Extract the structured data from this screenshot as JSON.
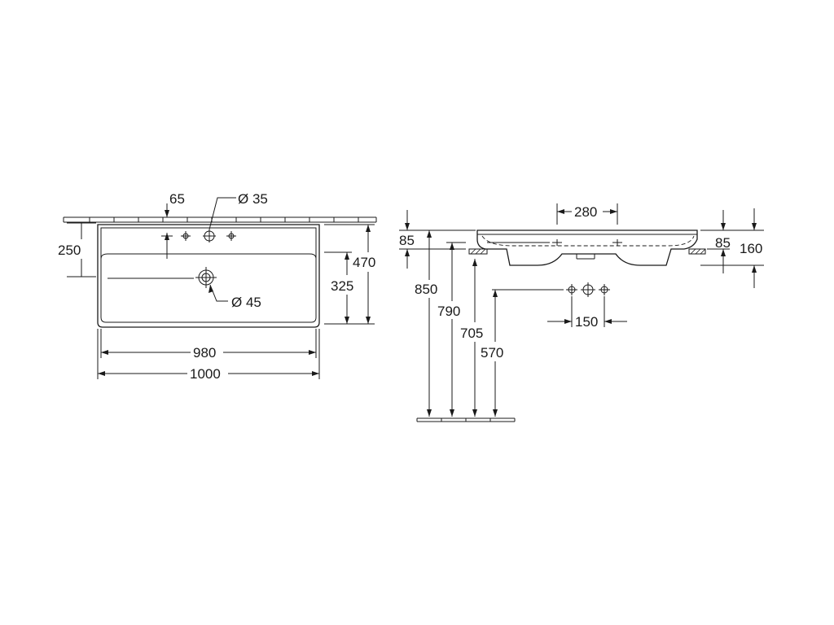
{
  "plan_view": {
    "dims": {
      "tap_offset": "65",
      "tap_hole": "Ø 35",
      "waste_hole": "Ø 45",
      "depth_tap": "250",
      "depth_total": "470",
      "depth_bowl": "325",
      "width_bowl": "980",
      "width_total": "1000"
    }
  },
  "side_view": {
    "dims": {
      "tap_spacing": "280",
      "rim_height_left": "85",
      "rim_height_right": "85",
      "overall_height": "160",
      "height_top": "850",
      "height_rim": "790",
      "height_waste": "705",
      "height_supply": "570",
      "supply_spacing": "150"
    }
  }
}
